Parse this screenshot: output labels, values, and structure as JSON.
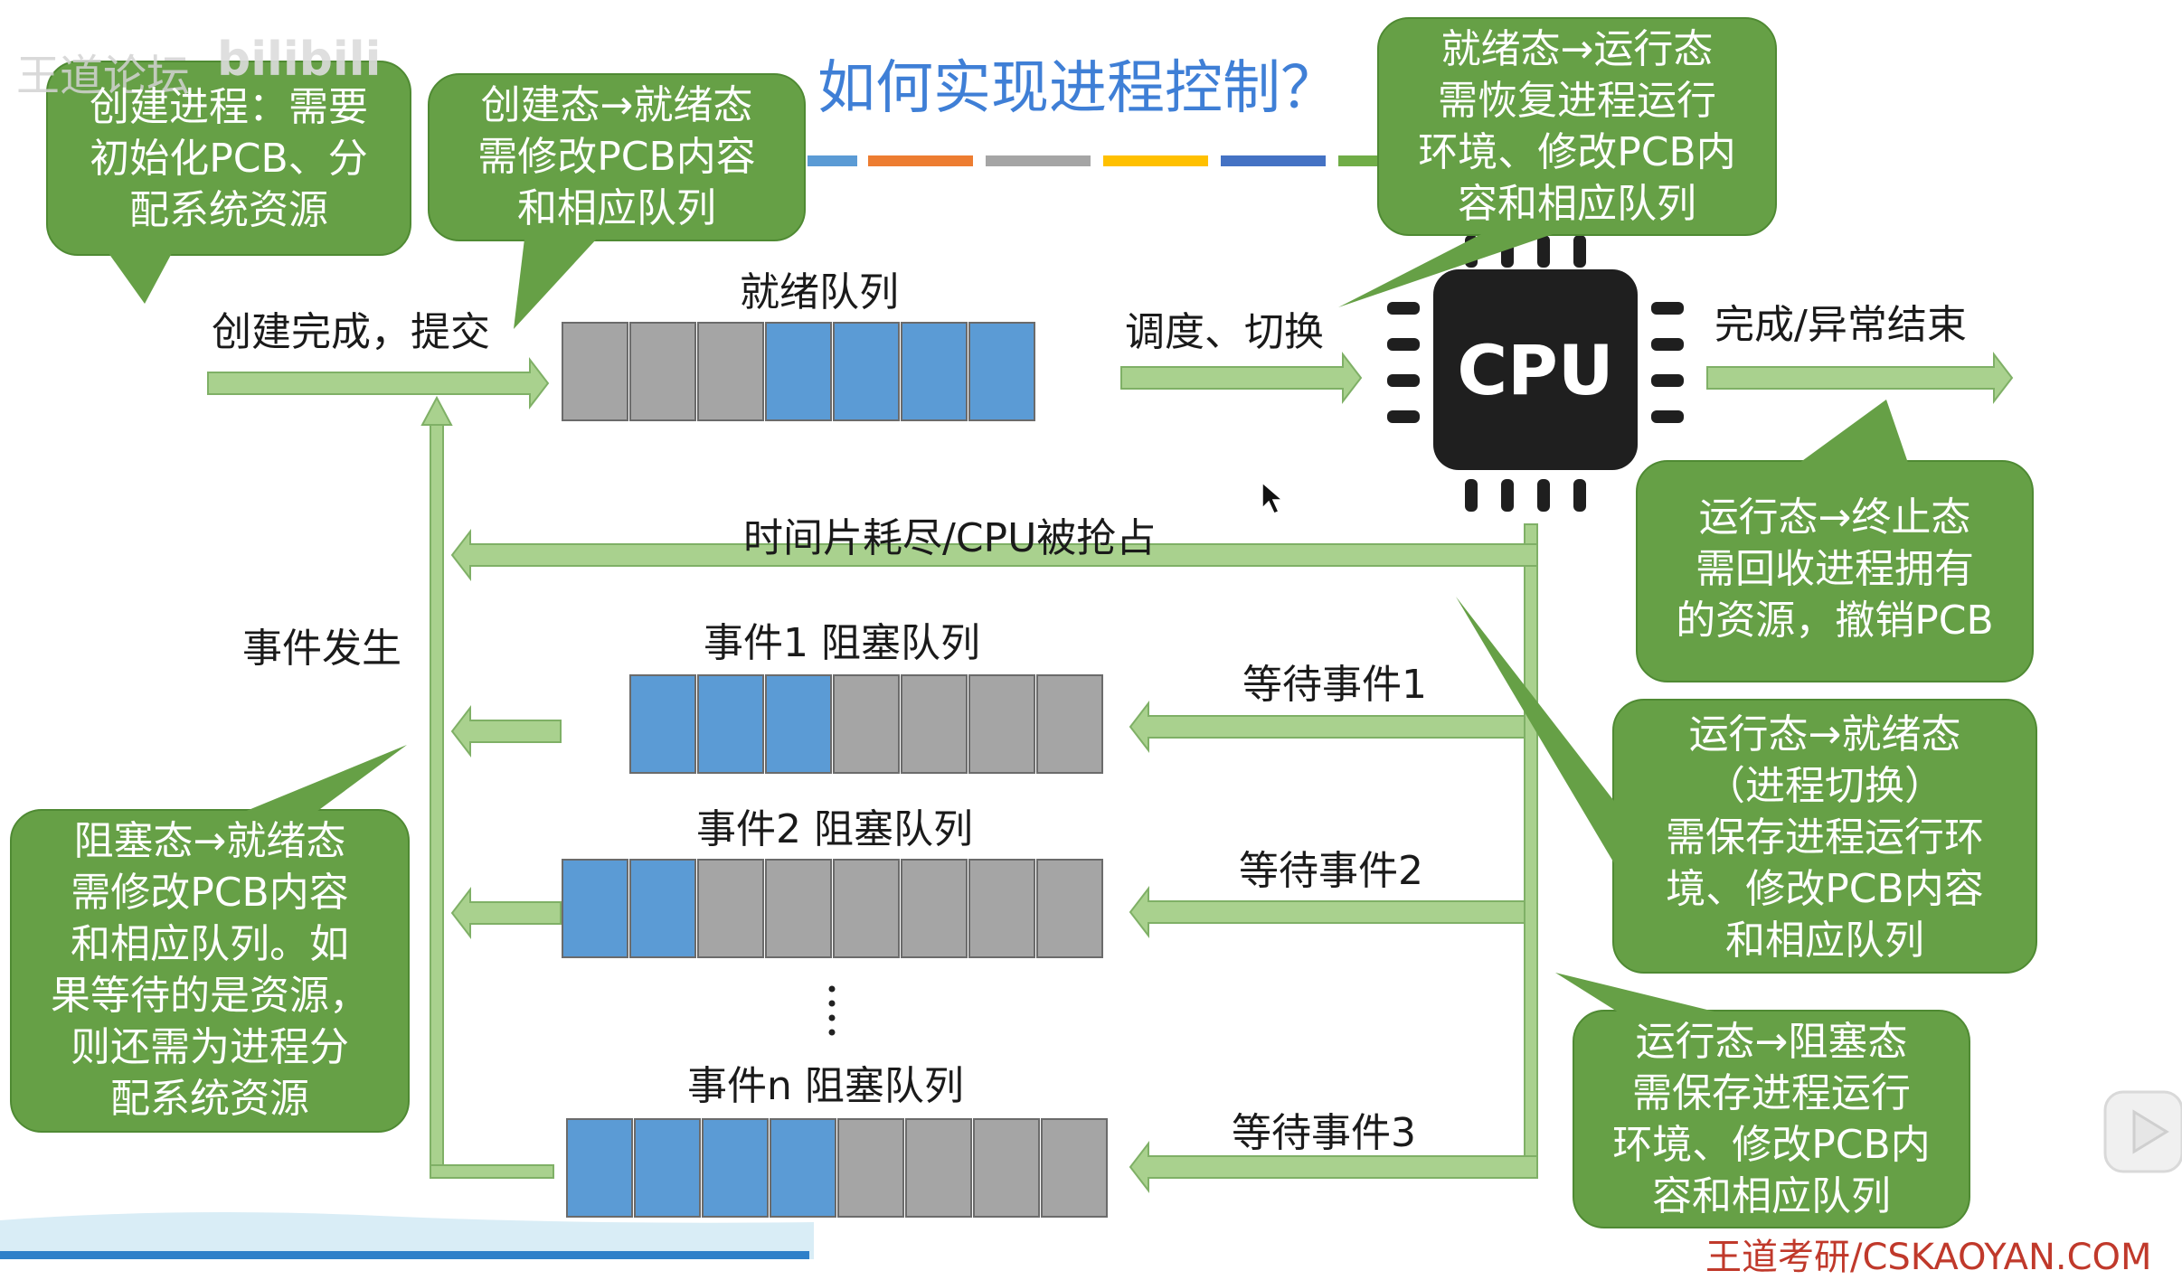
{
  "title": "如何实现进程控制？",
  "watermark": {
    "top_left": "王道论坛",
    "bilibili": "bilibili",
    "bottom_right": "王道考研/CSKAOYAN.COM"
  },
  "labels": {
    "create_submit": "创建完成，提交",
    "ready_queue": "就绪队列",
    "schedule_switch": "调度、切换",
    "cpu": "CPU",
    "finish": "完成/异常结束",
    "timeslice": "时间片耗尽/CPU被抢占",
    "event_occur": "事件发生",
    "event1_queue": "事件1 阻塞队列",
    "event2_queue": "事件2 阻塞队列",
    "eventn_queue": "事件n 阻塞队列",
    "wait1": "等待事件1",
    "wait2": "等待事件2",
    "wait3": "等待事件3",
    "ellipsis": "⋮"
  },
  "callouts": {
    "create": "创建进程：需要\n初始化PCB、分\n配系统资源",
    "create_ready": "创建态→就绪态\n需修改PCB内容\n和相应队列",
    "ready_run": "就绪态→运行态\n需恢复进程运行\n环境、修改PCB内\n容和相应队列",
    "run_terminate": "运行态→终止态\n需回收进程拥有\n的资源，撤销PCB",
    "run_ready": "运行态→就绪态\n（进程切换）\n需保存进程运行环\n境、修改PCB内容\n和相应队列",
    "run_block": "运行态→阻塞态\n需保存进程运行\n环境、修改PCB内\n容和相应队列",
    "block_ready": "阻塞态→就绪态\n需修改PCB内容\n和相应队列。如\n果等待的是资源，\n则还需为进程分\n配系统资源"
  },
  "queues": {
    "ready": [
      "gray",
      "gray",
      "gray",
      "blue",
      "blue",
      "blue",
      "blue"
    ],
    "event1": [
      "blue",
      "blue",
      "blue",
      "gray",
      "gray",
      "gray",
      "gray"
    ],
    "event2": [
      "blue",
      "blue",
      "gray",
      "gray",
      "gray",
      "gray",
      "gray",
      "gray"
    ],
    "eventn": [
      "blue",
      "blue",
      "blue",
      "blue",
      "gray",
      "gray",
      "gray",
      "gray"
    ]
  },
  "colors": {
    "green_fill": "#66a046",
    "green_edge": "#4f8a33",
    "arrow": "#a9d18e",
    "arrow_edge": "#7fb066",
    "blue_cell": "#5b9bd5",
    "gray_cell": "#a5a5a5",
    "title_blue": "#3f7fd6",
    "cpu_dark": "#1f1f1f",
    "stripe": [
      "#5b9bd5",
      "#ed7d31",
      "#a5a5a5",
      "#ffc000",
      "#4472c4",
      "#70ad47"
    ]
  }
}
